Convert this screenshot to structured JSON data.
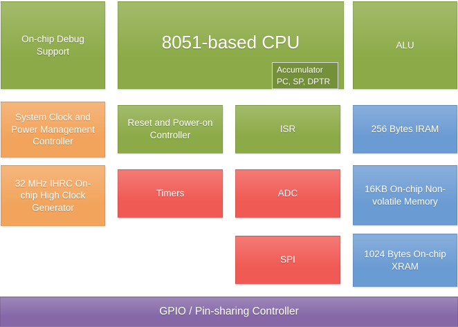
{
  "colors": {
    "green": "#8caa47",
    "green-dark": "#75903a",
    "orange": "#f2a45c",
    "red": "#f05a54",
    "blue": "#6b9bd3",
    "purple": "#8668a8"
  },
  "blocks": {
    "debug": {
      "label": "On-chip Debug Support"
    },
    "cpu": {
      "label": "8051-based CPU"
    },
    "accumulator": {
      "line1": "Accumulator",
      "line2": "PC, SP, DPTR"
    },
    "alu": {
      "label": "ALU"
    },
    "system_clock": {
      "label": "System Clock and Power Management Controller"
    },
    "reset": {
      "label": "Reset and Power-on Controller"
    },
    "isr": {
      "label": "ISR"
    },
    "iram": {
      "label": "256 Bytes IRAM"
    },
    "ihrc": {
      "label": "32 MHz IHRC On-chip High Clock Generator"
    },
    "timers": {
      "label": "Timers"
    },
    "adc": {
      "label": "ADC"
    },
    "nvm": {
      "label": "16KB On-chip Non-volatile Memory"
    },
    "spi": {
      "label": "SPI"
    },
    "xram": {
      "label": "1024 Bytes On-chip XRAM"
    },
    "gpio": {
      "label": "GPIO / Pin-sharing Controller"
    }
  }
}
